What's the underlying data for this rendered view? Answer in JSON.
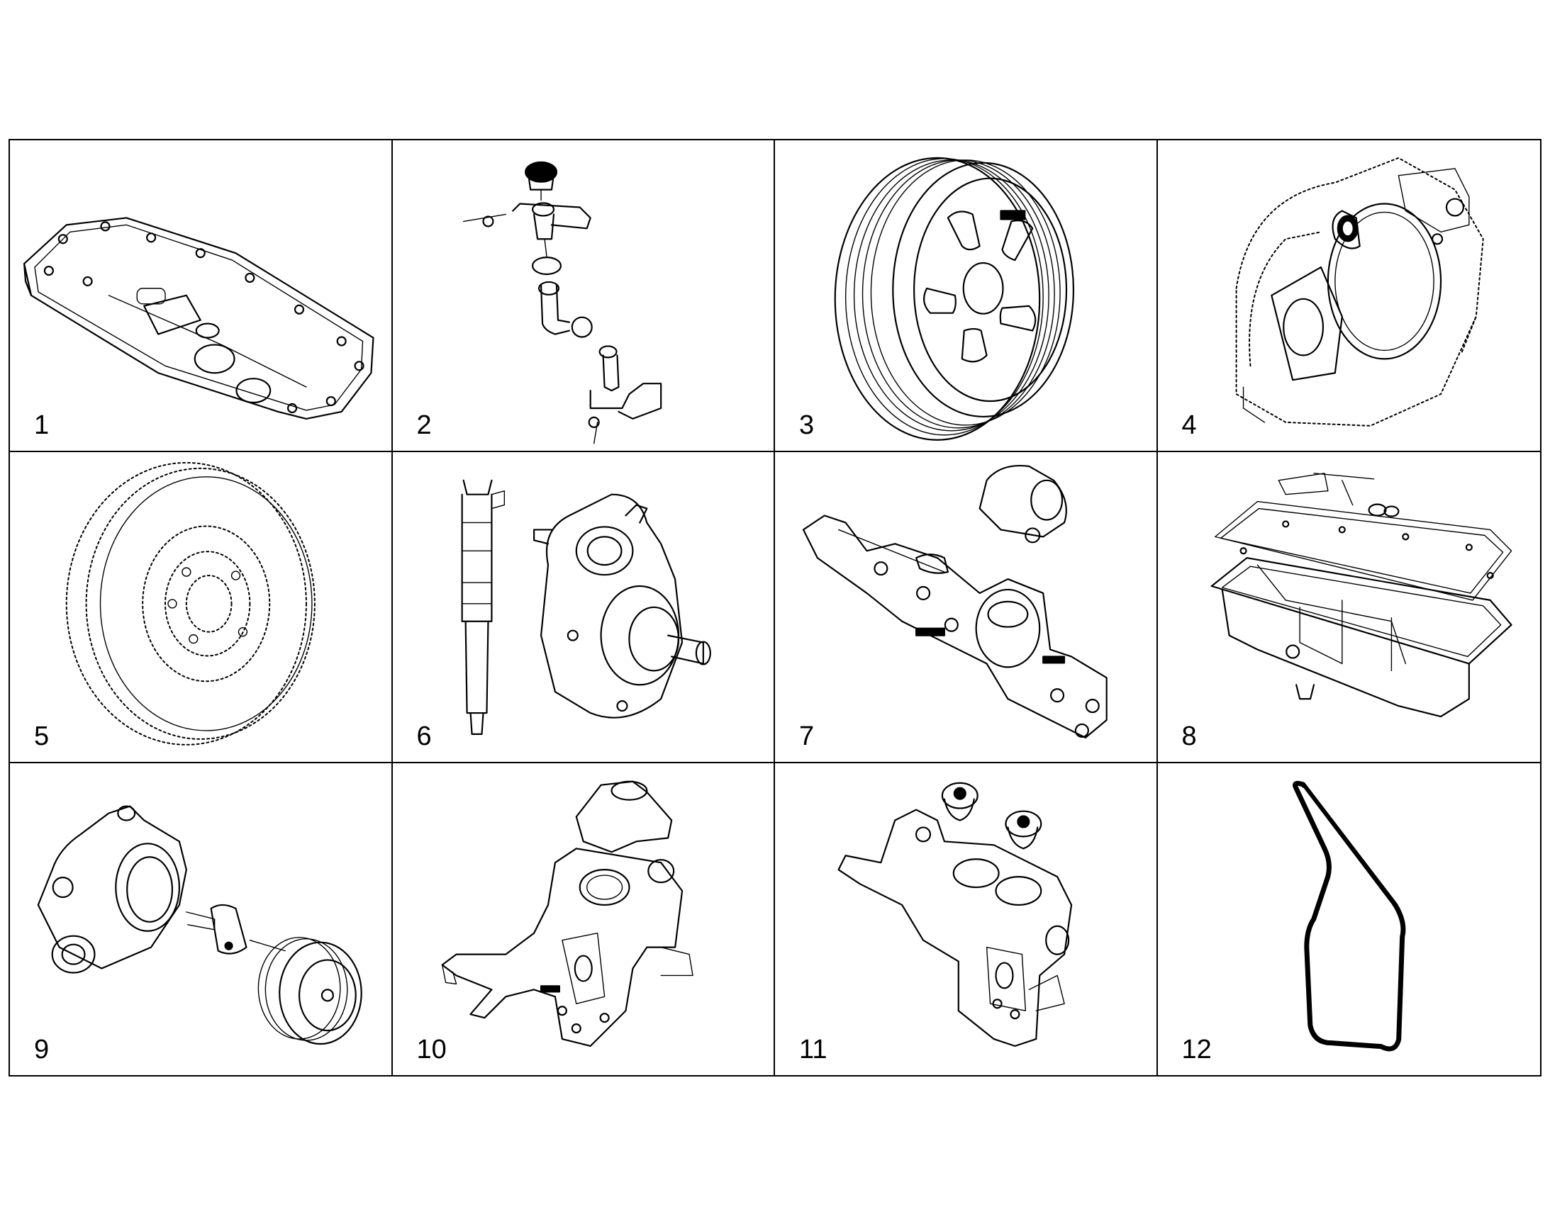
{
  "parts": [
    {
      "number": "1",
      "icon": "valve-cover-icon"
    },
    {
      "number": "2",
      "icon": "oil-filler-assembly-icon"
    },
    {
      "number": "3",
      "icon": "crankshaft-pulley-icon"
    },
    {
      "number": "4",
      "icon": "flywheel-housing-icon"
    },
    {
      "number": "5",
      "icon": "flywheel-icon"
    },
    {
      "number": "6",
      "icon": "injector-and-fuel-pump-icon"
    },
    {
      "number": "7",
      "icon": "water-pump-housing-icon"
    },
    {
      "number": "8",
      "icon": "oil-pan-icon"
    },
    {
      "number": "9",
      "icon": "water-pump-pulley-icon"
    },
    {
      "number": "10",
      "icon": "thermostat-housing-icon"
    },
    {
      "number": "11",
      "icon": "thermostat-housing-assembly-icon"
    },
    {
      "number": "12",
      "icon": "drive-belt-icon"
    }
  ]
}
